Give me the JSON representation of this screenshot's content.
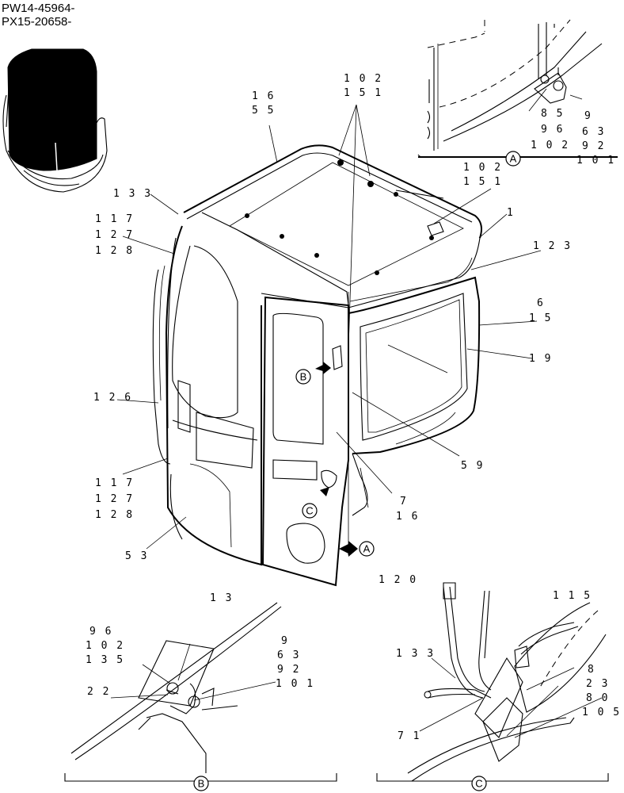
{
  "header": {
    "line1": "PW14-45964-",
    "line2": "PX15-20658-"
  },
  "callouts": {
    "a": "A",
    "b": "B",
    "c": "C"
  },
  "labels": {
    "l16": "1 6",
    "l55": "5 5",
    "l102a": "1 0 2",
    "l151a": "1 5 1",
    "l102b": "1 0 2",
    "l151b": "1 5 1",
    "l133a": "1 3 3",
    "l117a": "1 1 7",
    "l127a": "1 2 7",
    "l128a": "1 2 8",
    "l1": "1",
    "l123": "1 2 3",
    "l6": "6",
    "l15": "1 5",
    "l19": "1 9",
    "l126": "1 2 6",
    "l59": "5 9",
    "l7": "7",
    "l16b": "1 6",
    "l117b": "1 1 7",
    "l127b": "1 2 7",
    "l128b": "1 2 8",
    "l53": "5 3",
    "a85": "8 5",
    "a96": "9 6",
    "a102": "1 0 2",
    "a9": "9",
    "a63": "6 3",
    "a92": "9 2",
    "a101": "1 0 1",
    "b13": "1 3",
    "b96": "9 6",
    "b102": "1 0 2",
    "b135": "1 3 5",
    "b22": "2 2",
    "b9": "9",
    "b63": "6 3",
    "b92": "9 2",
    "b101": "1 0 1",
    "c120": "1 2 0",
    "c115": "1 1 5",
    "c133": "1 3 3",
    "c8": "8",
    "c23": "2 3",
    "c80": "8 0",
    "c105": "1 0 5",
    "c71": "7 1"
  }
}
